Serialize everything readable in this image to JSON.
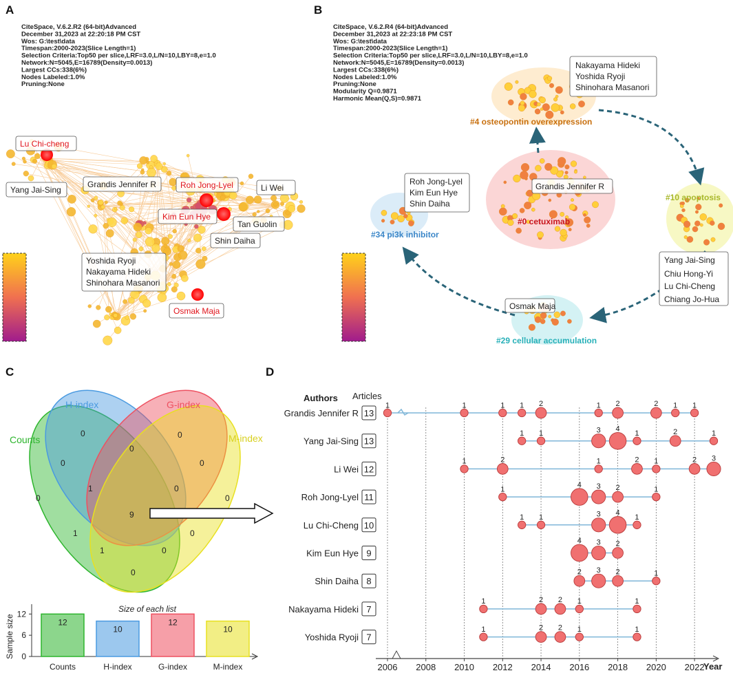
{
  "panels": {
    "a": "A",
    "b": "B",
    "c": "C",
    "d": "D"
  },
  "panel_a": {
    "meta": [
      "CiteSpace, V.6.2.R2 (64-bit)Advanced",
      "December 31,2023 at 22:20:18 PM CST",
      "Wos: G:\\test\\data",
      "Timespan:2000-2023(Slice Length=1)",
      "Selection Criteria:Top50 per slice,LRF=3.0,L/N=10,LBY=8,e=1.0",
      "Network:N=5045,E=16789(Density=0.0013)",
      "Largest CCs:338(6%)",
      "Nodes Labeled:1.0%",
      "Pruning:None"
    ],
    "labels": {
      "lu": "Lu Chi-cheng",
      "yang": "Yang Jai-Sing",
      "grandis": "Grandis Jennifer R",
      "roh": "Roh Jong-Lyel",
      "liwei": "Li Wei",
      "kim": "Kim Eun Hye",
      "tan": "Tan Guolin",
      "shin": "Shin Daiha",
      "group1": "Yoshida Ryoji",
      "group2": "Nakayama Hideki",
      "group3": "Shinohara Masanori",
      "osmak": "Osmak Maja"
    }
  },
  "panel_b": {
    "meta": [
      "CiteSpace, V.6.2.R4 (64-bit)Advanced",
      "December 31,2023 at 22:23:18 PM CST",
      "Wos: G:\\test\\data",
      "Timespan:2000-2023(Slice Length=1)",
      "Selection Criteria:Top50 per slice,LRF=3.0,L/N=10,LBY=8,e=1.0",
      "Network:N=5045,E=16789(Density=0.0013)",
      "Largest CCs:338(6%)",
      "Nodes Labeled:1.0%",
      "Pruning:None",
      "Modularity Q=0.9871",
      "Harmonic Mean(Q,S)=0.9871"
    ],
    "clusters": {
      "c4": "#4 osteopontin overexpression",
      "c10": "#10 apoptosis",
      "c0": "#0 cetuximab",
      "c34": "#34 pi3k inhibitor",
      "c29": "#29 cellular accumulation"
    },
    "boxes": {
      "b4": [
        "Nakayama Hideki",
        "Yoshida Ryoji",
        "Shinohara Masanori"
      ],
      "b0": [
        "Grandis Jennifer R"
      ],
      "b34": [
        "Roh Jong-Lyel",
        "Kim Eun Hye",
        "Shin Daiha"
      ],
      "b10": [
        "Yang Jai-Sing",
        "Chiu Hong-Yi",
        "Lu Chi-Cheng",
        "Chiang Jo-Hua"
      ],
      "b29": [
        "Osmak Maja"
      ]
    },
    "colors": {
      "c4": "#c8700f",
      "c10": "#a8b82a",
      "c0": "#c8141b",
      "c34": "#3a86c8",
      "c29": "#27b0b8",
      "arrow": "#2a6478"
    }
  },
  "panel_c": {
    "sets": {
      "counts": "Counts",
      "hindex": "H-index",
      "gindex": "G-index",
      "mindex": "M-index"
    },
    "regions": {
      "h_only": "0",
      "g_only": "0",
      "c_only": "0",
      "m_only": "0",
      "c_h": "0",
      "h_g": "0",
      "g_m": "0",
      "h_g_m": "0",
      "c_h_g": "1",
      "all": "9",
      "c_g": "1",
      "c_g_m": "1",
      "c_h_m": "0",
      "c_m": "0",
      "h_m": "0"
    },
    "bar_title": "Size of each list",
    "ylabel": "Sample size",
    "colors": {
      "counts": "#2db52d",
      "hindex": "#4a9ae0",
      "gindex": "#ee5060",
      "mindex": "#e8e020"
    },
    "chart_data": {
      "type": "bar",
      "title": "Size of each list",
      "ylabel": "Sample size",
      "categories": [
        "Counts",
        "H-index",
        "G-index",
        "M-index"
      ],
      "values": [
        12,
        10,
        12,
        10
      ],
      "yticks": [
        0,
        6,
        12
      ],
      "ylim": [
        0,
        14
      ]
    }
  },
  "panel_d": {
    "header": "Authors",
    "articles_header": "Articles",
    "year_label": "Year",
    "chart_data": {
      "type": "scatter",
      "title": "",
      "x_ticks": [
        2006,
        2008,
        2010,
        2012,
        2014,
        2016,
        2018,
        2020,
        2022
      ],
      "xlim": [
        2006,
        2023
      ],
      "authors": [
        {
          "name": "Grandis Jennifer R",
          "articles": "13",
          "span": [
            2006,
            2022
          ],
          "points": [
            [
              2006,
              1
            ],
            [
              2010,
              1
            ],
            [
              2012,
              1
            ],
            [
              2013,
              1
            ],
            [
              2014,
              2
            ],
            [
              2017,
              1
            ],
            [
              2018,
              2
            ],
            [
              2020,
              2
            ],
            [
              2021,
              1
            ],
            [
              2022,
              1
            ]
          ]
        },
        {
          "name": "Yang Jai-Sing",
          "articles": "13",
          "span": [
            2013,
            2023
          ],
          "points": [
            [
              2013,
              1
            ],
            [
              2014,
              1
            ],
            [
              2017,
              3
            ],
            [
              2018,
              4
            ],
            [
              2019,
              1
            ],
            [
              2021,
              2
            ],
            [
              2023,
              1
            ]
          ]
        },
        {
          "name": "Li Wei",
          "articles": "12",
          "span": [
            2010,
            2023
          ],
          "points": [
            [
              2010,
              1
            ],
            [
              2012,
              2
            ],
            [
              2017,
              1
            ],
            [
              2019,
              2
            ],
            [
              2020,
              1
            ],
            [
              2022,
              2
            ],
            [
              2023,
              3
            ]
          ]
        },
        {
          "name": "Roh Jong-Lyel",
          "articles": "11",
          "span": [
            2012,
            2020
          ],
          "points": [
            [
              2012,
              1
            ],
            [
              2016,
              4
            ],
            [
              2017,
              3
            ],
            [
              2018,
              2
            ],
            [
              2020,
              1
            ]
          ]
        },
        {
          "name": "Lu Chi-Cheng",
          "articles": "10",
          "span": [
            2013,
            2019
          ],
          "points": [
            [
              2013,
              1
            ],
            [
              2014,
              1
            ],
            [
              2017,
              3
            ],
            [
              2018,
              4
            ],
            [
              2019,
              1
            ]
          ]
        },
        {
          "name": "Kim Eun Hye",
          "articles": "9",
          "span": [
            2016,
            2018
          ],
          "points": [
            [
              2016,
              4
            ],
            [
              2017,
              3
            ],
            [
              2018,
              2
            ]
          ]
        },
        {
          "name": "Shin Daiha",
          "articles": "8",
          "span": [
            2016,
            2020
          ],
          "points": [
            [
              2016,
              2
            ],
            [
              2017,
              3
            ],
            [
              2018,
              2
            ],
            [
              2020,
              1
            ]
          ]
        },
        {
          "name": "Nakayama Hideki",
          "articles": "7",
          "span": [
            2011,
            2019
          ],
          "points": [
            [
              2011,
              1
            ],
            [
              2014,
              2
            ],
            [
              2015,
              2
            ],
            [
              2016,
              1
            ],
            [
              2019,
              1
            ]
          ]
        },
        {
          "name": "Yoshida Ryoji",
          "articles": "7",
          "span": [
            2011,
            2019
          ],
          "points": [
            [
              2011,
              1
            ],
            [
              2014,
              2
            ],
            [
              2015,
              2
            ],
            [
              2016,
              1
            ],
            [
              2019,
              1
            ]
          ]
        }
      ]
    },
    "colors": {
      "node": "#f07070",
      "node_stroke": "#b83a3a",
      "line": "#7fb6d8"
    }
  }
}
